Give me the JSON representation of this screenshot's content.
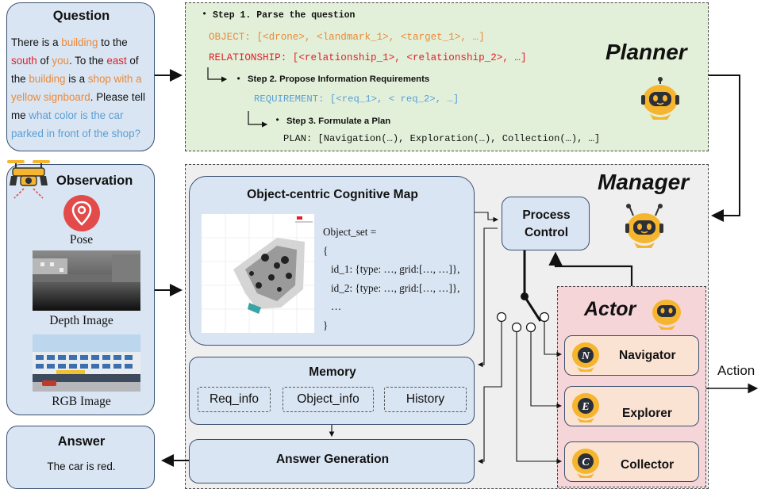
{
  "question": {
    "title": "Question",
    "lines": [
      [
        {
          "t": "There is a ",
          "c": ""
        },
        {
          "t": "building",
          "c": "orange"
        },
        {
          "t": " to the",
          "c": ""
        }
      ],
      [
        {
          "t": "south",
          "c": "red"
        },
        {
          "t": " of ",
          "c": ""
        },
        {
          "t": "you",
          "c": "orange"
        },
        {
          "t": ". To the ",
          "c": ""
        },
        {
          "t": "east",
          "c": "red"
        },
        {
          "t": " of",
          "c": ""
        }
      ],
      [
        {
          "t": "the ",
          "c": ""
        },
        {
          "t": "building",
          "c": "orange"
        },
        {
          "t": " is a ",
          "c": ""
        },
        {
          "t": "shop with a",
          "c": "orange"
        }
      ],
      [
        {
          "t": "yellow signboard",
          "c": "orange"
        },
        {
          "t": ". Please tell",
          "c": ""
        }
      ],
      [
        {
          "t": "me ",
          "c": ""
        },
        {
          "t": "what color is the car",
          "c": "lblue"
        }
      ],
      [
        {
          "t": "parked in front of the shop?",
          "c": "lblue"
        }
      ]
    ]
  },
  "planner": {
    "title": "Planner",
    "step1": "Step 1. Parse the question",
    "object_line": "OBJECT: [<drone>, <landmark_1>, <target_1>, …]",
    "relationship_line": "RELATIONSHIP: [<relationship_1>, <relationship_2>, …]",
    "step2": "Step 2. Propose Information Requirements",
    "requirement_line": "REQUIREMENT: [<req_1>, < req_2>, …]",
    "step3": "Step 3. Formulate a Plan",
    "plan_line": "PLAN: [Navigation(…), Exploration(…), Collection(…), …]",
    "bullet": "•"
  },
  "observation": {
    "title": "Observation",
    "pose": "Pose",
    "depth": "Depth Image",
    "rgb": "RGB Image"
  },
  "manager": {
    "title": "Manager",
    "map_title": "Object-centric Cognitive Map",
    "map_text": [
      "Object_set =",
      "{",
      "id_1: {type: …, grid:[…, …]},",
      "id_2: {type: …, grid:[…, …]},",
      "…",
      "}"
    ],
    "process_control": [
      "Process",
      "Control"
    ],
    "memory_title": "Memory",
    "memory_items": [
      "Req_info",
      "Object_info",
      "History"
    ],
    "answer_generation": "Answer Generation"
  },
  "answer": {
    "title": "Answer",
    "text": "The car is red."
  },
  "actor": {
    "title": "Actor",
    "agents": [
      {
        "name": "Navigator",
        "letter": "N"
      },
      {
        "name": "Explorer",
        "letter": "E"
      },
      {
        "name": "Collector",
        "letter": "C"
      }
    ]
  },
  "output_label": "Action",
  "colors": {
    "box_fill": "#dae5f3",
    "box_stroke": "#3a4f6e",
    "planner_bg": "#e3f0d9",
    "manager_bg": "#efefef",
    "actor_bg": "#f6d5d9",
    "agent_fill": "#fbe3d4",
    "robot_yellow": "#f5b52e",
    "orange_text": "#e98a3a",
    "red_text": "#e0202a",
    "blue_text": "#5a9fd4"
  }
}
